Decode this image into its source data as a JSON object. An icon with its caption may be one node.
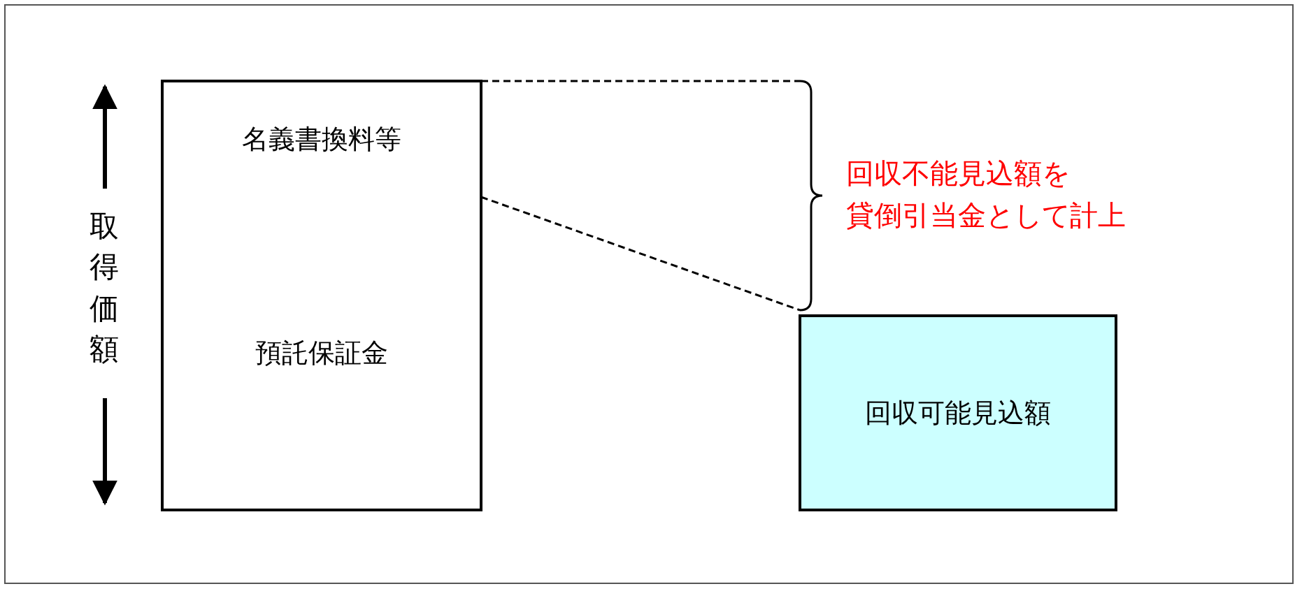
{
  "diagram": {
    "nodes": [
      {
        "text": [
          "名義書換料等"
        ]
      },
      {
        "text": [
          "預託保証金"
        ]
      },
      {
        "text": [
          "回収可能見込額"
        ]
      }
    ],
    "labels": [
      "取得価額",
      "回収不能見込額を",
      "貸倒引当金として計上"
    ]
  }
}
